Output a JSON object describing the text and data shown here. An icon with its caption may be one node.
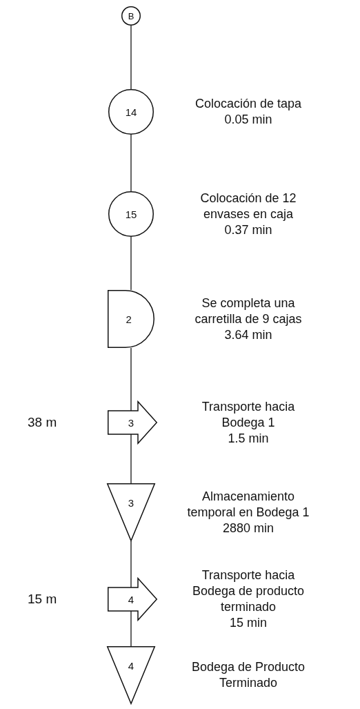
{
  "diagram": {
    "nodes": [
      {
        "text": [
          "B"
        ]
      },
      {
        "text": [
          "14"
        ],
        "beside": [
          "Colocación de tapa",
          "0.05 min"
        ]
      },
      {
        "text": [
          "15"
        ],
        "beside": [
          "Colocación de 12 envases en caja",
          "0.37 min"
        ]
      },
      {
        "text": [
          "2"
        ],
        "beside": [
          "Se completa una carretilla de 9 cajas",
          "3.64 min"
        ]
      },
      {
        "text": [
          "3"
        ],
        "beside": [
          "38 m",
          "Transporte hacia Bodega 1",
          "1.5 min"
        ]
      },
      {
        "text": [
          "3"
        ],
        "beside": [
          "Almacenamiento temporal en Bodega 1",
          "2880 min"
        ]
      },
      {
        "text": [
          "4"
        ],
        "beside": [
          "15 m",
          "Transporte hacia Bodega de producto terminado",
          "15 min"
        ]
      },
      {
        "text": [
          "4"
        ],
        "beside": [
          "Bodega de Producto Terminado"
        ]
      }
    ],
    "edges": [
      {
        "from": 0,
        "to": 1,
        "arrow": "none"
      },
      {
        "from": 1,
        "to": 2,
        "arrow": "none"
      },
      {
        "from": 2,
        "to": 3,
        "arrow": "none"
      },
      {
        "from": 3,
        "to": 4,
        "arrow": "none"
      },
      {
        "from": 4,
        "to": 5,
        "arrow": "none"
      },
      {
        "from": 5,
        "to": 6,
        "arrow": "none"
      },
      {
        "from": 6,
        "to": 7,
        "arrow": "none"
      }
    ]
  }
}
